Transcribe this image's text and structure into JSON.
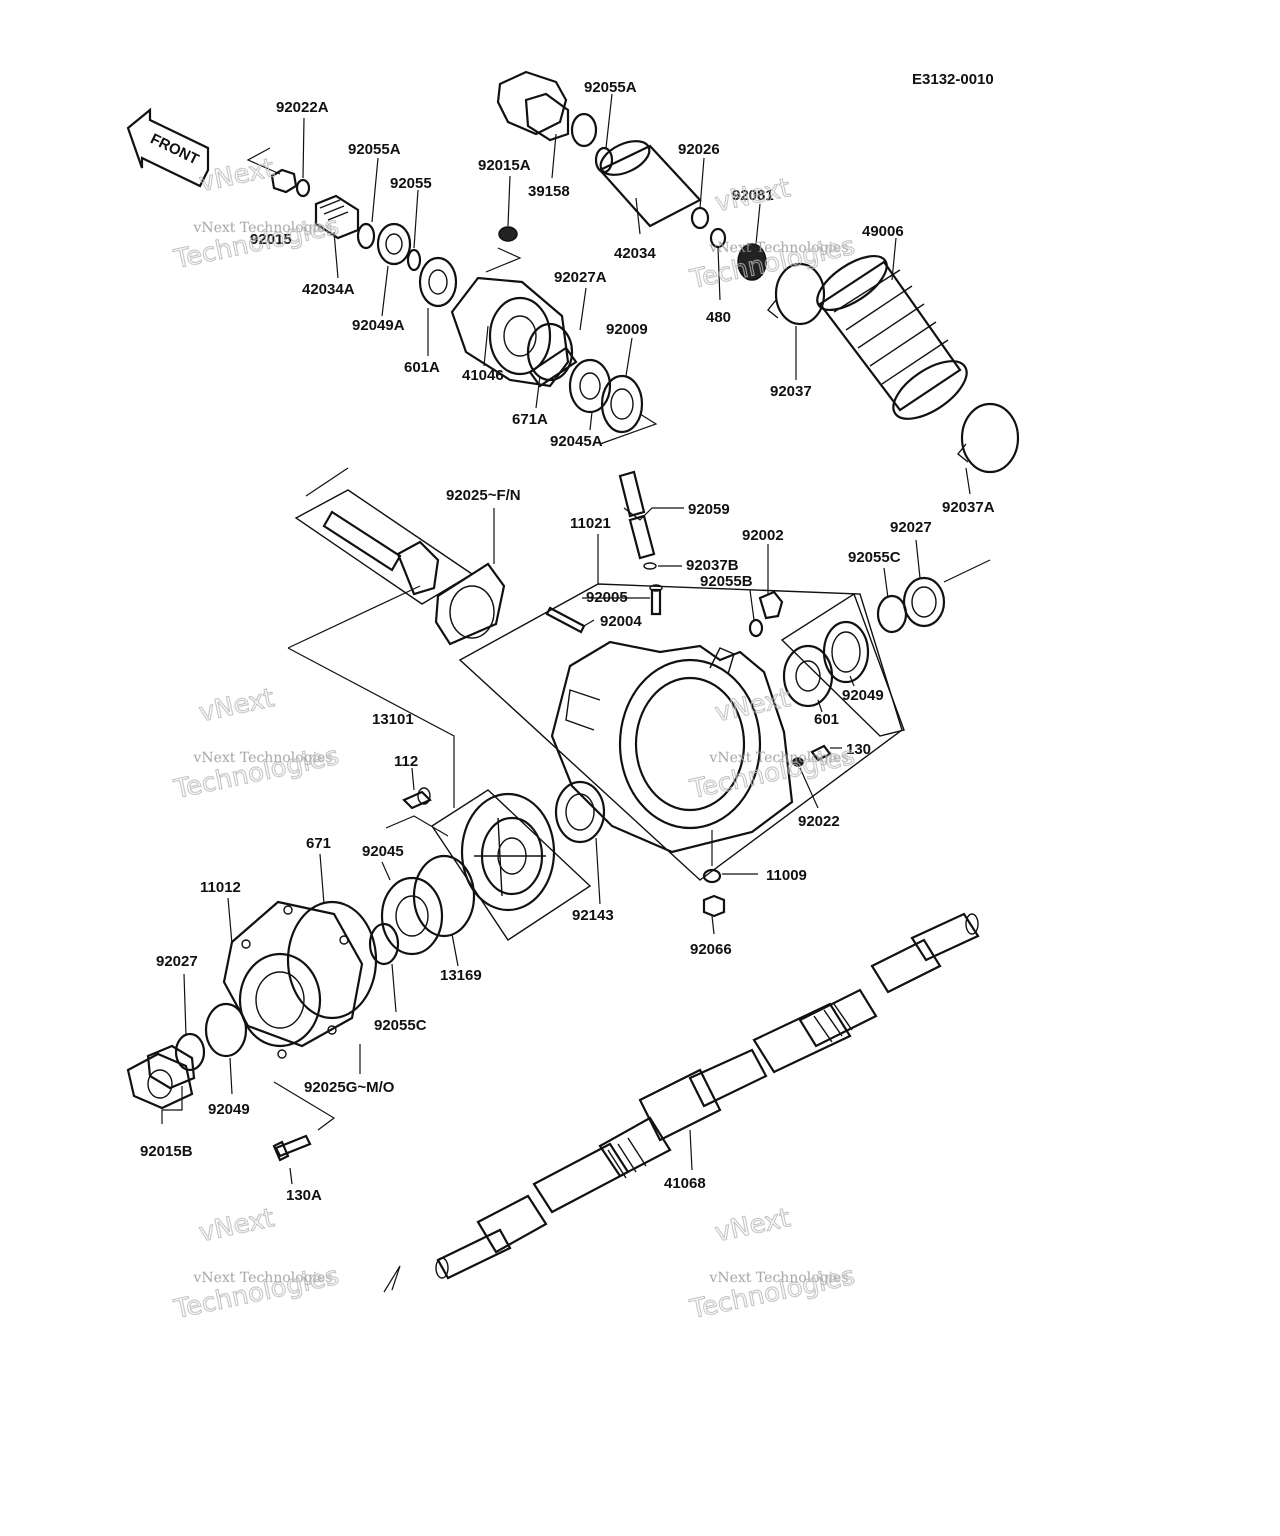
{
  "diagram": {
    "code": "E3132-0010",
    "front_label": "FRONT",
    "watermark": {
      "line1": "vNext Technologies",
      "line2": "vNext",
      "line3": "Technologies"
    },
    "part_labels": [
      "92022A",
      "92055A",
      "92055",
      "92015A",
      "39158",
      "92055A",
      "42034",
      "92026",
      "92081",
      "480",
      "49006",
      "92015",
      "42034A",
      "92049A",
      "601A",
      "41046",
      "671A",
      "92027A",
      "92009",
      "92045A",
      "92037",
      "92037A",
      "92025~F/N",
      "11021",
      "92059",
      "92037B",
      "92002",
      "92055B",
      "92005",
      "92004",
      "92027",
      "92055C",
      "92049",
      "601",
      "13101",
      "112",
      "130",
      "92022",
      "11009",
      "92066",
      "92143",
      "671",
      "92045",
      "13169",
      "11012",
      "92027",
      "92055C",
      "92025G~M/O",
      "92049",
      "92015B",
      "130A",
      "41068"
    ]
  }
}
